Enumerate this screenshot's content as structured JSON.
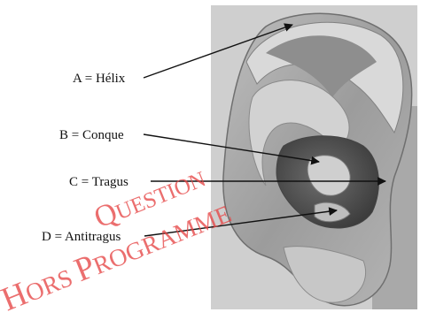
{
  "diagram": {
    "labels": [
      {
        "id": "A",
        "text": "A = Hélix"
      },
      {
        "id": "B",
        "text": "B = Conque"
      },
      {
        "id": "C",
        "text": "C = Tragus"
      },
      {
        "id": "D",
        "text": "D = Antitragus"
      }
    ],
    "watermark": {
      "line1_first": "Q",
      "line1_rest": "UESTION",
      "line2_first_a": "H",
      "line2_rest_a": "ORS ",
      "line2_first_b": "P",
      "line2_rest_b": "ROGRAMME"
    }
  },
  "colors": {
    "watermark": "#e64545",
    "ink": "#111111"
  }
}
